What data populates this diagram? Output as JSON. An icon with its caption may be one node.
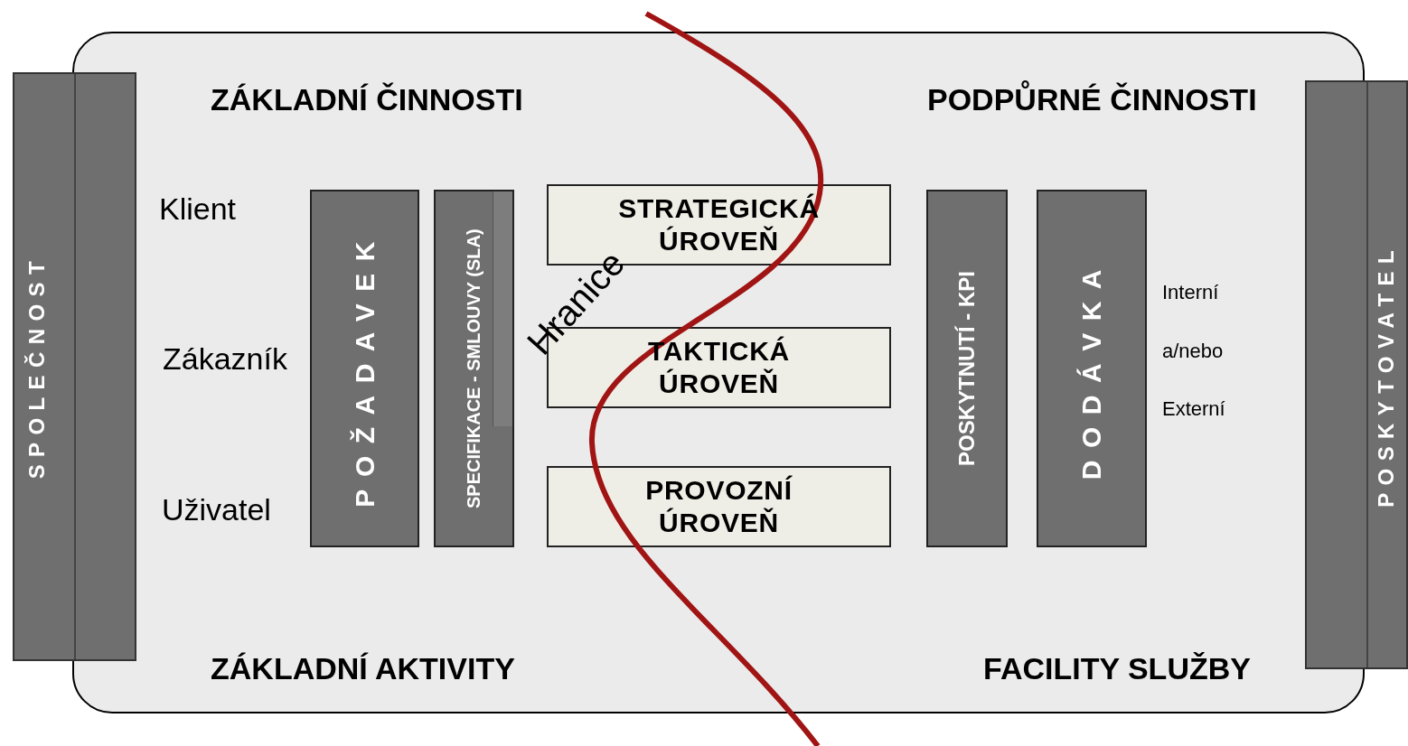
{
  "diagram": {
    "nodes": [
      {
        "text": [],
        "shape": "box"
      },
      {
        "text": [
          "SPOLEČNOST"
        ]
      },
      {
        "text": [
          "POŽADAVEK"
        ],
        "in": 0
      },
      {
        "text": [
          "SPECIFIKACE - SMLOUVY (SLA)"
        ],
        "in": 0
      },
      {
        "text": [
          "STRATEGICKÁ ÚROVEŇ"
        ],
        "in": 0
      },
      {
        "text": [
          "TAKTICKÁ ÚROVEŇ"
        ],
        "in": 0
      },
      {
        "text": [
          "PROVOZNÍ ÚROVEŇ"
        ],
        "in": 0
      },
      {
        "text": [
          "POSKYTNUTÍ - KPI"
        ],
        "in": 0
      },
      {
        "text": [
          "DODÁVKA"
        ],
        "in": 0
      },
      {
        "text": [
          "POSKYTOVATEL"
        ]
      }
    ],
    "edges": [],
    "labels": [
      "ZÁKLADNÍ ČINNOSTI",
      "PODPŮRNÉ ČINNOSTI",
      "Klient",
      "Zákazník",
      "Uživatel",
      "Hranice",
      "Interní",
      "a/nebo",
      "Externí",
      "ZÁKLADNÍ AKTIVITY",
      "FACILITY SLUŽBY"
    ]
  }
}
